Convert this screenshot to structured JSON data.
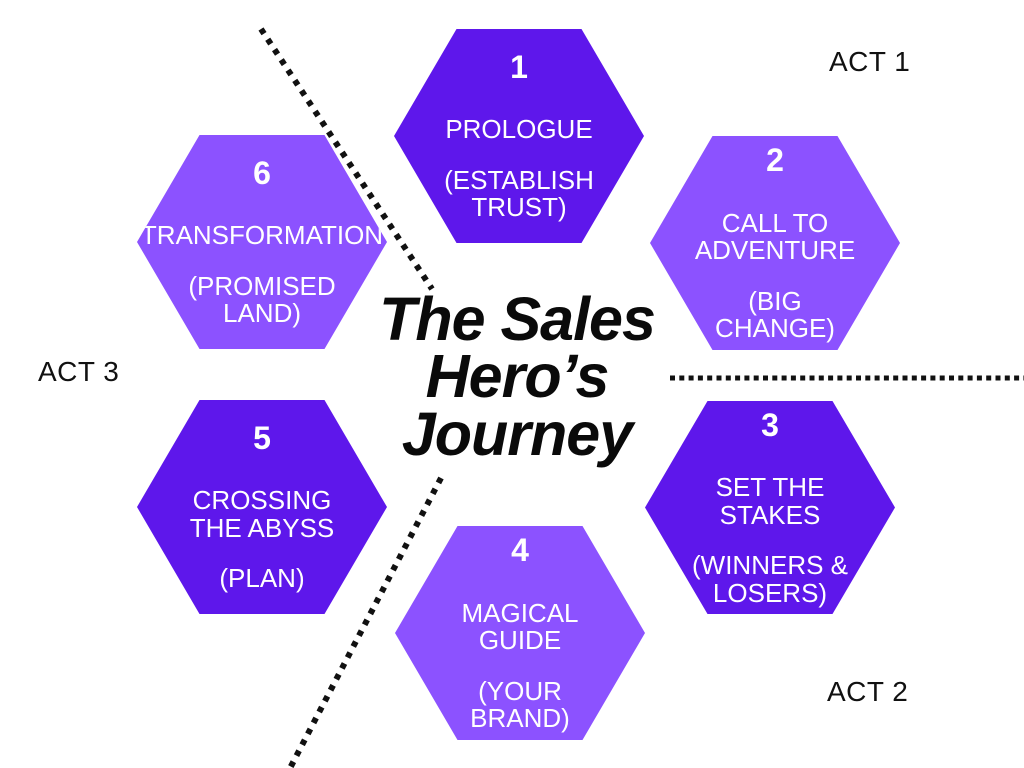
{
  "title": {
    "text": "The Sales\nHero’s\nJourney"
  },
  "acts": [
    {
      "label": "ACT 1"
    },
    {
      "label": "ACT 2"
    },
    {
      "label": "ACT 3"
    }
  ],
  "colors": {
    "dark_purple": "#5E17EB",
    "light_purple": "#8C52FF",
    "hex_text": "#FFFFFF",
    "title_text": "#0A0A0A",
    "divider_line": "#111111",
    "background": "#FFFFFF"
  },
  "hexagons": [
    {
      "number": "1",
      "name": "PROLOGUE",
      "subtitle": "(ESTABLISH\nTRUST)",
      "color": "#5E17EB"
    },
    {
      "number": "2",
      "name": "CALL TO\nADVENTURE",
      "subtitle": "(BIG\nCHANGE)",
      "color": "#8C52FF"
    },
    {
      "number": "3",
      "name": "SET THE\nSTAKES",
      "subtitle": "(WINNERS &\nLOSERS)",
      "color": "#5E17EB"
    },
    {
      "number": "4",
      "name": "MAGICAL\nGUIDE",
      "subtitle": "(YOUR\nBRAND)",
      "color": "#8C52FF"
    },
    {
      "number": "5",
      "name": "CROSSING\nTHE ABYSS",
      "subtitle": "(PLAN)",
      "color": "#5E17EB"
    },
    {
      "number": "6",
      "name": "TRANSFORMATION",
      "subtitle": "(PROMISED\nLAND)",
      "color": "#8C52FF"
    }
  ]
}
